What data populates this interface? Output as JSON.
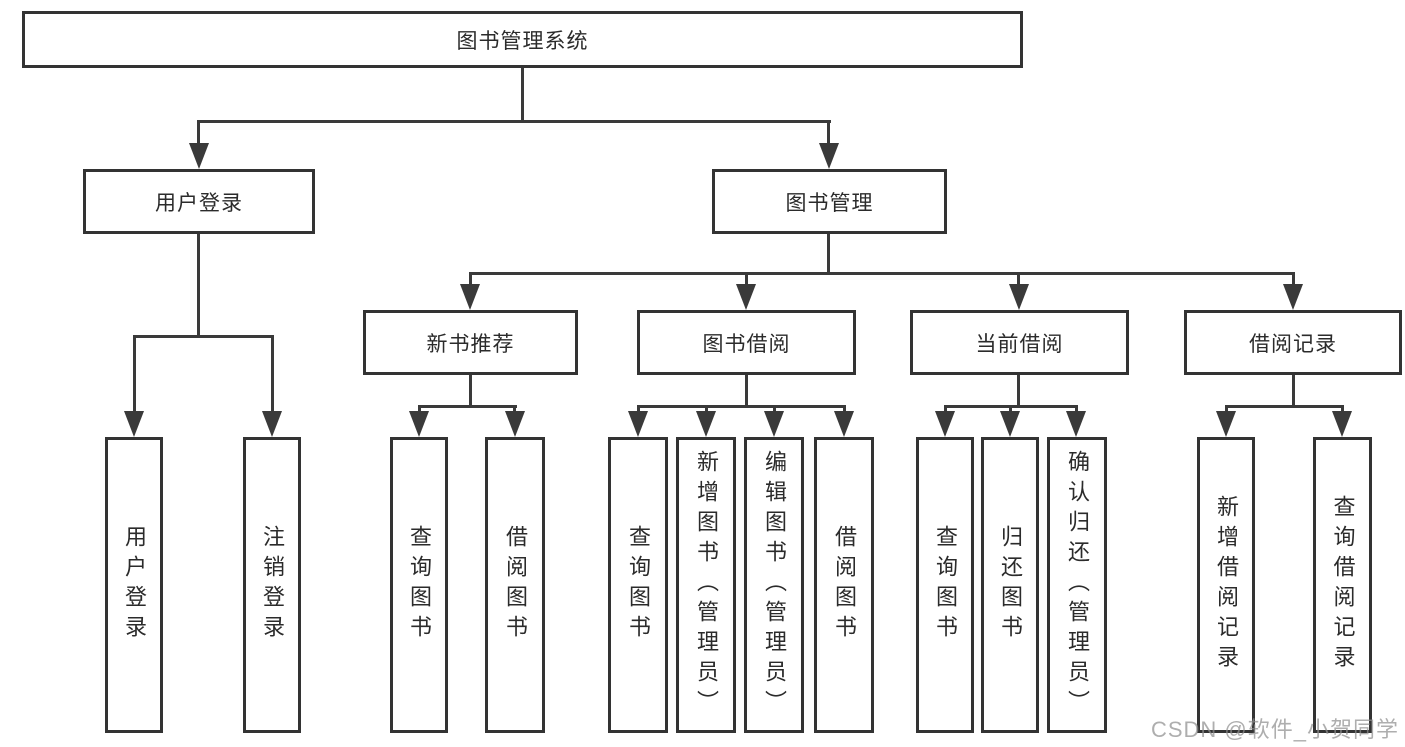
{
  "diagram_type": "hierarchy-tree",
  "tree": {
    "label": "图书管理系统",
    "children": [
      {
        "label": "用户登录",
        "children": [
          {
            "label": "用户登录"
          },
          {
            "label": "注销登录"
          }
        ]
      },
      {
        "label": "图书管理",
        "children": [
          {
            "label": "新书推荐",
            "children": [
              {
                "label": "查询图书"
              },
              {
                "label": "借阅图书"
              }
            ]
          },
          {
            "label": "图书借阅",
            "children": [
              {
                "label": "查询图书"
              },
              {
                "label": "新增图书（管理员）"
              },
              {
                "label": "编辑图书（管理员）"
              },
              {
                "label": "借阅图书"
              }
            ]
          },
          {
            "label": "当前借阅",
            "children": [
              {
                "label": "查询图书"
              },
              {
                "label": "归还图书"
              },
              {
                "label": "确认归还（管理员）"
              }
            ]
          },
          {
            "label": "借阅记录",
            "children": [
              {
                "label": "新增借阅记录"
              },
              {
                "label": "查询借阅记录"
              }
            ]
          }
        ]
      }
    ]
  },
  "watermark": {
    "text": "CSDN @软件_小贺同学"
  },
  "colors": {
    "background": "#ffffff",
    "box_border": "#333333",
    "connector_line": "#3a3a3a",
    "text": "#2b2b2b",
    "watermark_text": "#8f8f8f"
  }
}
